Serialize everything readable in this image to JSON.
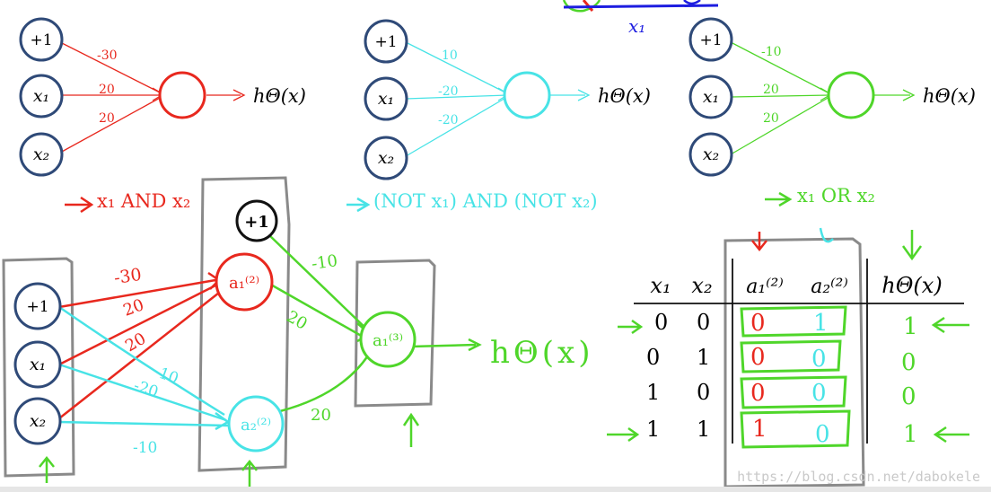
{
  "top_networks": [
    {
      "id": "and",
      "color": "#e8281e",
      "inputs": [
        "+1",
        "x₁",
        "x₂"
      ],
      "weights": [
        "-30",
        "20",
        "20"
      ],
      "output": "hΘ(x)",
      "caption": "x₁ AND x₂"
    },
    {
      "id": "not-and-not",
      "color": "#48e3e6",
      "inputs": [
        "+1",
        "x₁",
        "x₂"
      ],
      "weights": [
        "10",
        "-20",
        "-20"
      ],
      "output": "hΘ(x)",
      "caption": "(NOT x₁) AND (NOT x₂)"
    },
    {
      "id": "or",
      "color": "#4fd62a",
      "inputs": [
        "+1",
        "x₁",
        "x₂"
      ],
      "weights": [
        "-10",
        "20",
        "20"
      ],
      "output": "hΘ(x)",
      "caption": "x₁ OR x₂"
    }
  ],
  "annotation_x1": "x₁",
  "bottom_network": {
    "inputs": [
      "+1",
      "x₁",
      "x₂"
    ],
    "bias2": "+1",
    "hidden1": "a₁⁽²⁾",
    "hidden2": "a₂⁽²⁾",
    "output_node": "a₁⁽³⁾",
    "output": "hΘ(x)",
    "red_weights": [
      "-30",
      "20",
      "20"
    ],
    "cyan_weights": [
      "10",
      "-20",
      "-10"
    ],
    "green_weights": [
      "-10",
      "20",
      "20"
    ]
  },
  "truth_table": {
    "headers": [
      "x₁",
      "x₂",
      "a₁⁽²⁾",
      "a₂⁽²⁾",
      "hΘ(x)"
    ],
    "rows": [
      [
        "0",
        "0",
        "0",
        "1",
        "1"
      ],
      [
        "0",
        "1",
        "0",
        "0",
        "0"
      ],
      [
        "1",
        "0",
        "0",
        "0",
        "0"
      ],
      [
        "1",
        "1",
        "1",
        "0",
        "1"
      ]
    ]
  },
  "watermark": "https://blog.csdn.net/dabokele",
  "colors": {
    "node_stroke": "#2f4a78",
    "red": "#e8281e",
    "cyan": "#48e3e6",
    "green": "#4fd62a",
    "box_gray": "#8a8a8a"
  }
}
